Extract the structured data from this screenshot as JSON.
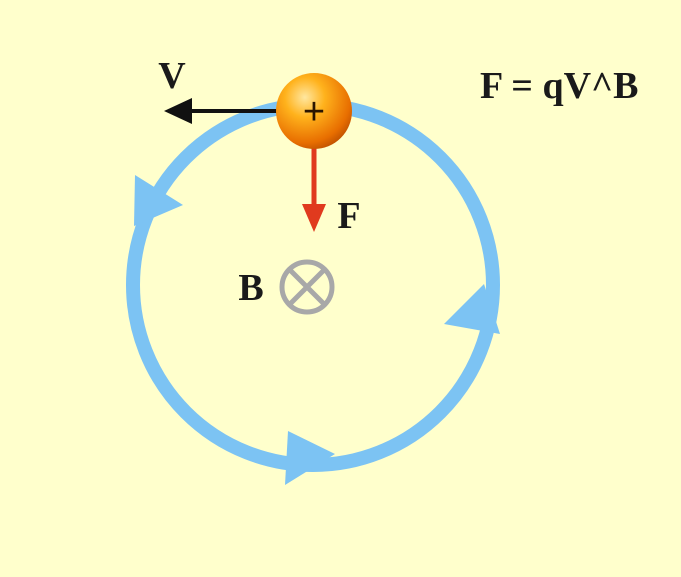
{
  "labels": {
    "velocity": "V",
    "force": "F",
    "field": "B",
    "charge": "+",
    "formula": "F = qV^B"
  },
  "colors": {
    "background": "#ffffcc",
    "orbit": "#7cc3f3",
    "velocity_arrow": "#111111",
    "force_arrow": "#e03a1e",
    "field_symbol": "#a8a8a8",
    "charge_fill": "#f08a00"
  },
  "icons": {
    "field_symbol": "cross-in-circle-icon"
  }
}
